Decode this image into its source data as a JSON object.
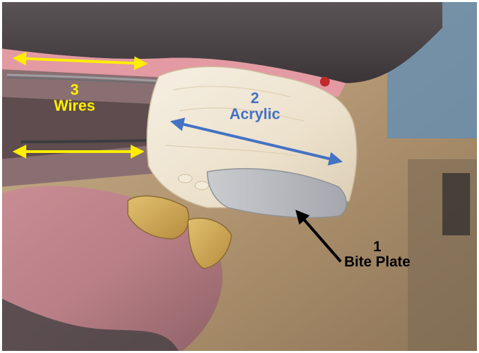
{
  "labels": {
    "wires": {
      "number": "3",
      "text": "Wires"
    },
    "acrylic": {
      "number": "2",
      "text": "Acrylic"
    },
    "bite_plate": {
      "number": "1",
      "text": "Bite Plate"
    }
  },
  "colors": {
    "wires_annotation": "#ffee00",
    "acrylic_annotation": "#4472c4",
    "bite_plate_annotation": "#000000",
    "acrylic_material": "#efe6d4",
    "bite_plate_metal": "#b4b6ba",
    "gum": "#e9a0a8",
    "lip_dark": "#4a4446",
    "background_wood": "#b49a72"
  }
}
